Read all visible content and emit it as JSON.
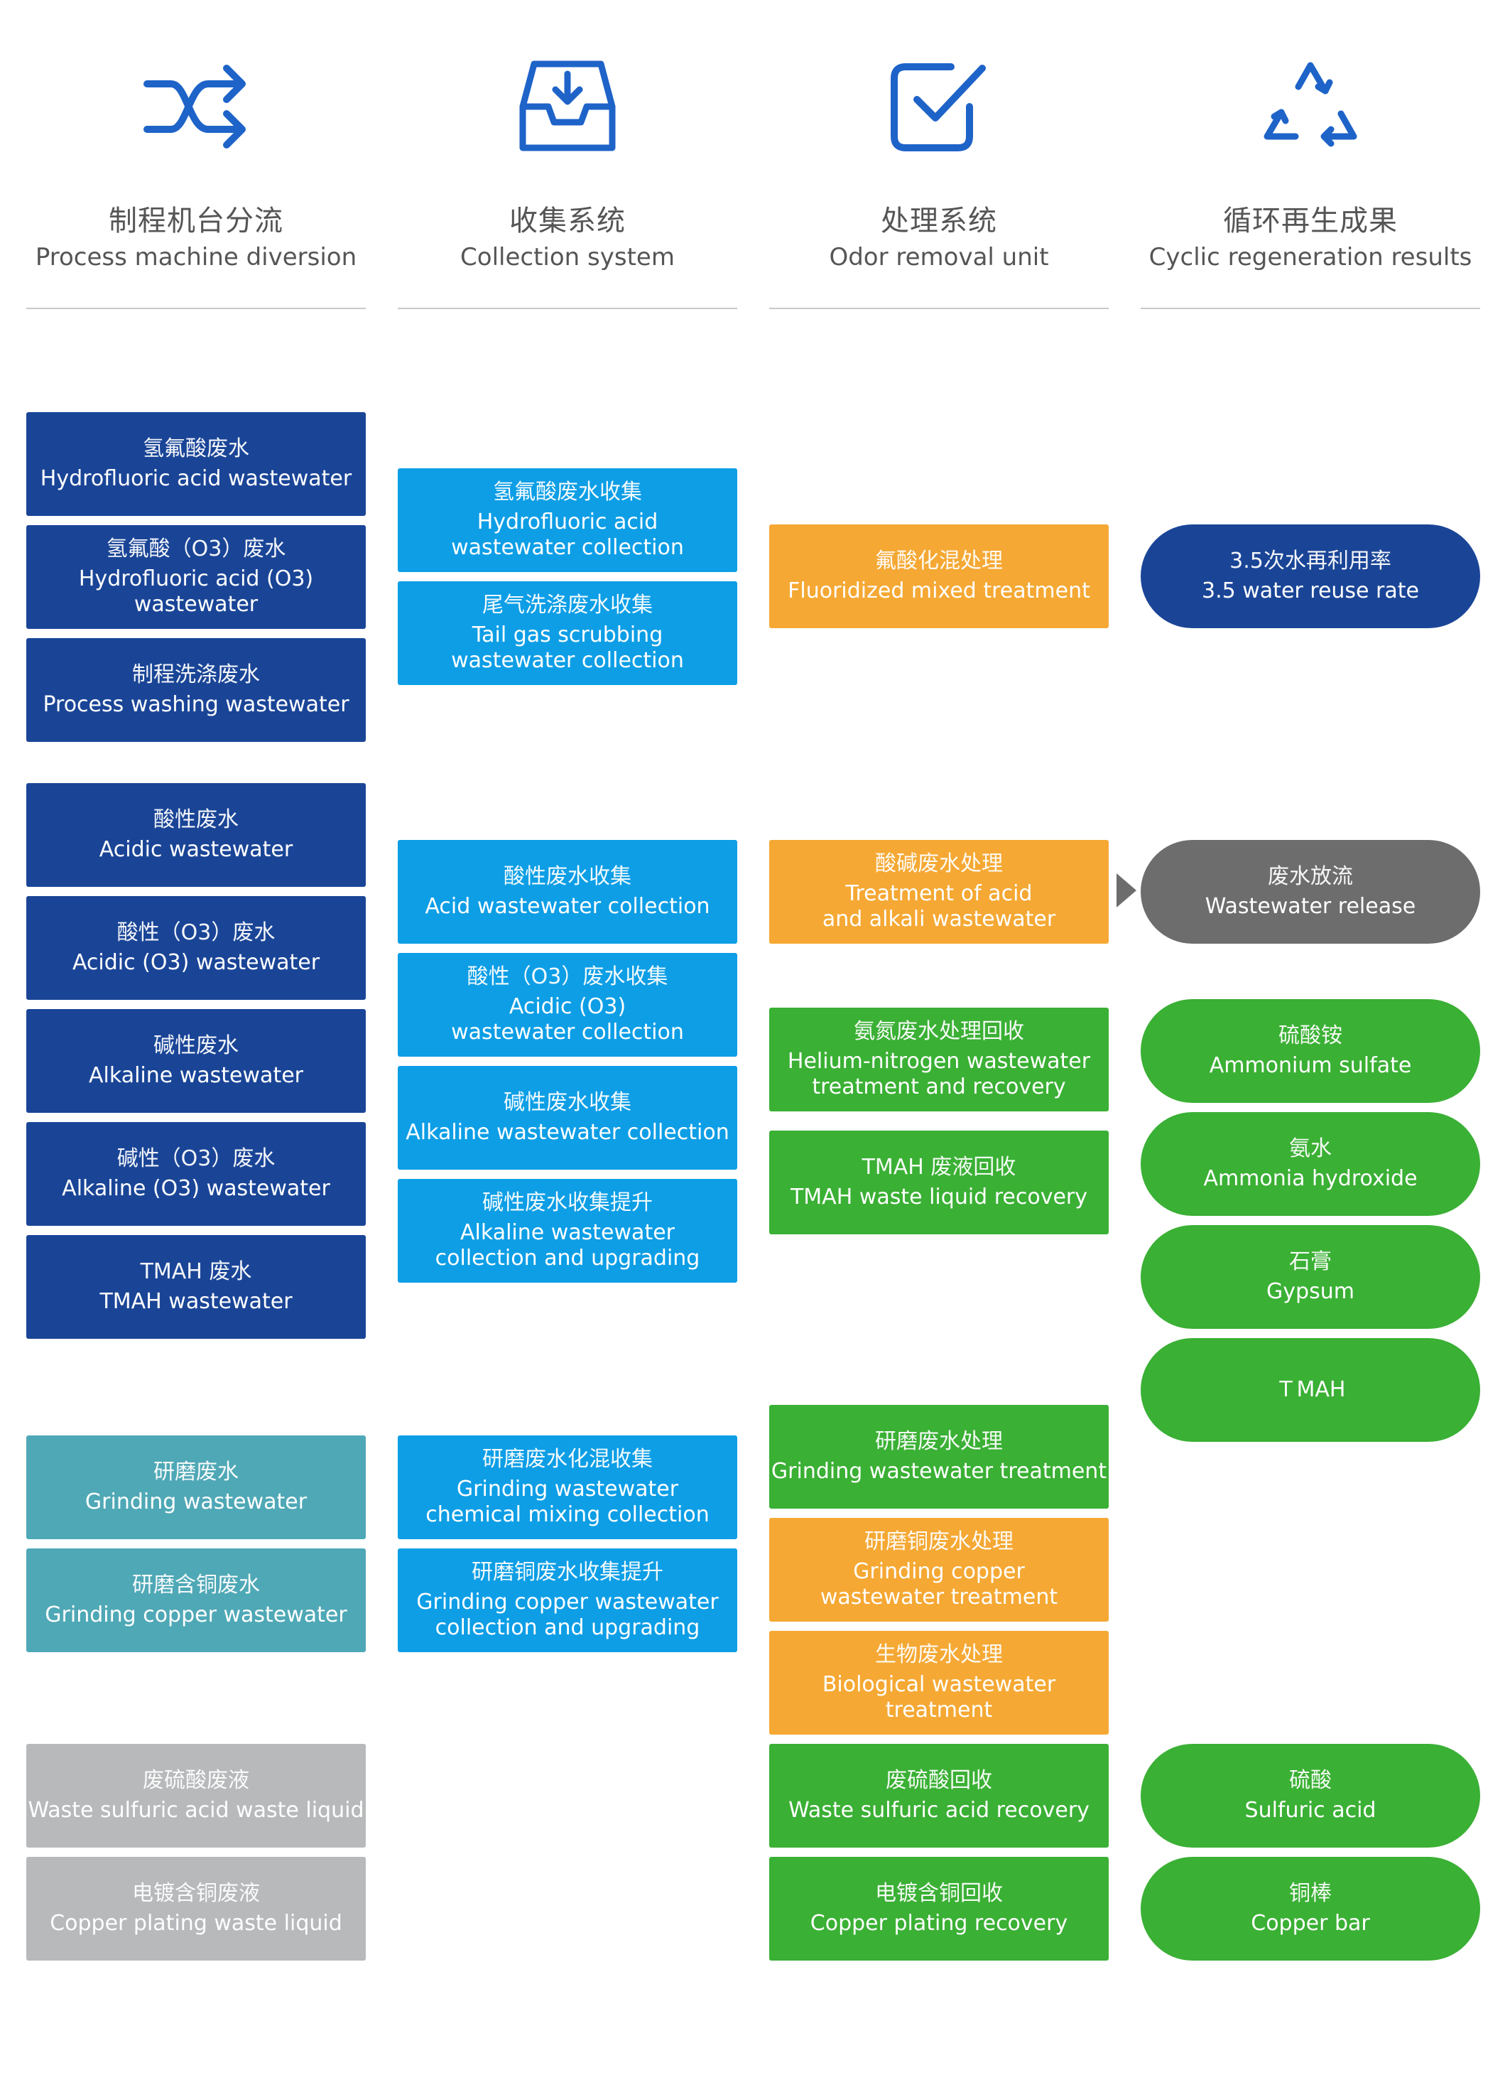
{
  "headers": [
    {
      "zh": "制程机台分流",
      "en": "Process machine diversion",
      "icon": "shuffle-icon"
    },
    {
      "zh": "收集系统",
      "en": "Collection system",
      "icon": "inbox-download-icon"
    },
    {
      "zh": "处理系统",
      "en": "Odor removal unit",
      "icon": "checkbox-icon"
    },
    {
      "zh": "循环再生成果",
      "en": "Cyclic regeneration results",
      "icon": "recycle-icon"
    }
  ],
  "colors": {
    "navy": "#1a4597",
    "sky": "#0d9ee6",
    "orange": "#f5a833",
    "green": "#3ab034",
    "teal": "#4fa8b6",
    "silver": "#b7b9bb",
    "gray": "#6d6d6d",
    "icon": "#1e63c8"
  },
  "col1": [
    {
      "zh": "氢氟酸废水",
      "en": "Hydrofluoric acid wastewater"
    },
    {
      "zh": "氢氟酸（O3）废水",
      "en": "Hydrofluoric acid (O3)\nwastewater"
    },
    {
      "zh": "制程洗涤废水",
      "en": "Process washing wastewater"
    },
    {
      "zh": "酸性废水",
      "en": "Acidic wastewater"
    },
    {
      "zh": "酸性（O3）废水",
      "en": "Acidic (O3) wastewater"
    },
    {
      "zh": "碱性废水",
      "en": "Alkaline wastewater"
    },
    {
      "zh": "碱性（O3）废水",
      "en": "Alkaline (O3) wastewater"
    },
    {
      "zh": "TMAH 废水",
      "en": "TMAH wastewater"
    },
    {
      "zh": "研磨废水",
      "en": "Grinding wastewater"
    },
    {
      "zh": "研磨含铜废水",
      "en": "Grinding copper wastewater"
    },
    {
      "zh": "废硫酸废液",
      "en": "Waste sulfuric acid waste liquid"
    },
    {
      "zh": "电镀含铜废液",
      "en": "Copper plating waste liquid"
    }
  ],
  "col2": [
    {
      "zh": "氢氟酸废水收集",
      "en": "Hydrofluoric acid\nwastewater collection"
    },
    {
      "zh": "尾气洗涤废水收集",
      "en": "Tail gas scrubbing\nwastewater collection"
    },
    {
      "zh": "酸性废水收集",
      "en": "Acid wastewater collection"
    },
    {
      "zh": "酸性（O3）废水收集",
      "en": "Acidic (O3)\nwastewater collection"
    },
    {
      "zh": "碱性废水收集",
      "en": "Alkaline wastewater collection"
    },
    {
      "zh": "碱性废水收集提升",
      "en": "Alkaline wastewater\ncollection and upgrading"
    },
    {
      "zh": "研磨废水化混收集",
      "en": "Grinding wastewater\nchemical mixing collection"
    },
    {
      "zh": "研磨铜废水收集提升",
      "en": "Grinding copper wastewater\ncollection and upgrading"
    }
  ],
  "col3": [
    {
      "zh": "氟酸化混处理",
      "en": "Fluoridized mixed treatment"
    },
    {
      "zh": "酸碱废水处理",
      "en": "Treatment of acid\nand alkali wastewater"
    },
    {
      "zh": "氨氮废水处理回收",
      "en": "Helium-nitrogen wastewater\ntreatment and recovery"
    },
    {
      "zh": "TMAH 废液回收",
      "en": "TMAH waste liquid recovery"
    },
    {
      "zh": "研磨废水处理",
      "en": "Grinding wastewater treatment"
    },
    {
      "zh": "研磨铜废水处理",
      "en": "Grinding copper\nwastewater treatment"
    },
    {
      "zh": "生物废水处理",
      "en": "Biological wastewater treatment"
    },
    {
      "zh": "废硫酸回收",
      "en": "Waste sulfuric acid recovery"
    },
    {
      "zh": "电镀含铜回收",
      "en": "Copper plating recovery"
    }
  ],
  "col4": [
    {
      "zh": "3.5次水再利用率",
      "en": "3.5 water reuse rate"
    },
    {
      "zh": "废水放流",
      "en": "Wastewater release"
    },
    {
      "zh": "硫酸铵",
      "en": "Ammonium sulfate"
    },
    {
      "zh": "氨水",
      "en": "Ammonia hydroxide"
    },
    {
      "zh": "石膏",
      "en": "Gypsum"
    },
    {
      "zh": "",
      "en": "ＴMAH"
    },
    {
      "zh": "硫酸",
      "en": "Sulfuric acid"
    },
    {
      "zh": "铜棒",
      "en": "Copper bar"
    }
  ]
}
